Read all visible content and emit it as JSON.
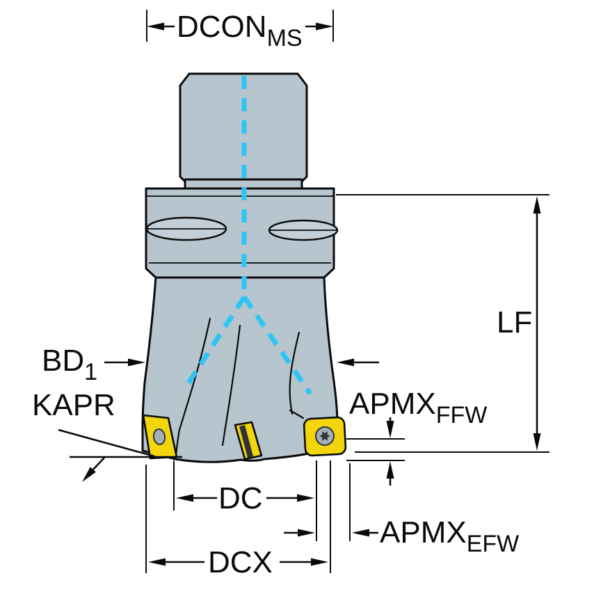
{
  "labels": {
    "dcon_ms": {
      "text": "DCON",
      "sub": "MS"
    },
    "lf": {
      "text": "LF"
    },
    "bd1": {
      "text": "BD",
      "sub": "1"
    },
    "kapr": {
      "text": "KAPR"
    },
    "apmx_ffw": {
      "text": "APMX",
      "sub": "FFW"
    },
    "dc": {
      "text": "DC"
    },
    "apmx_efw": {
      "text": "APMX",
      "sub": "EFW"
    },
    "dcx": {
      "text": "DCX"
    }
  },
  "colors": {
    "body": "#b7c5cf",
    "body_light": "#c4d0d9",
    "coolant": "#2ec4f3",
    "insert": "#f2d50a",
    "outline": "#0a0a0a",
    "background": "#ffffff"
  }
}
